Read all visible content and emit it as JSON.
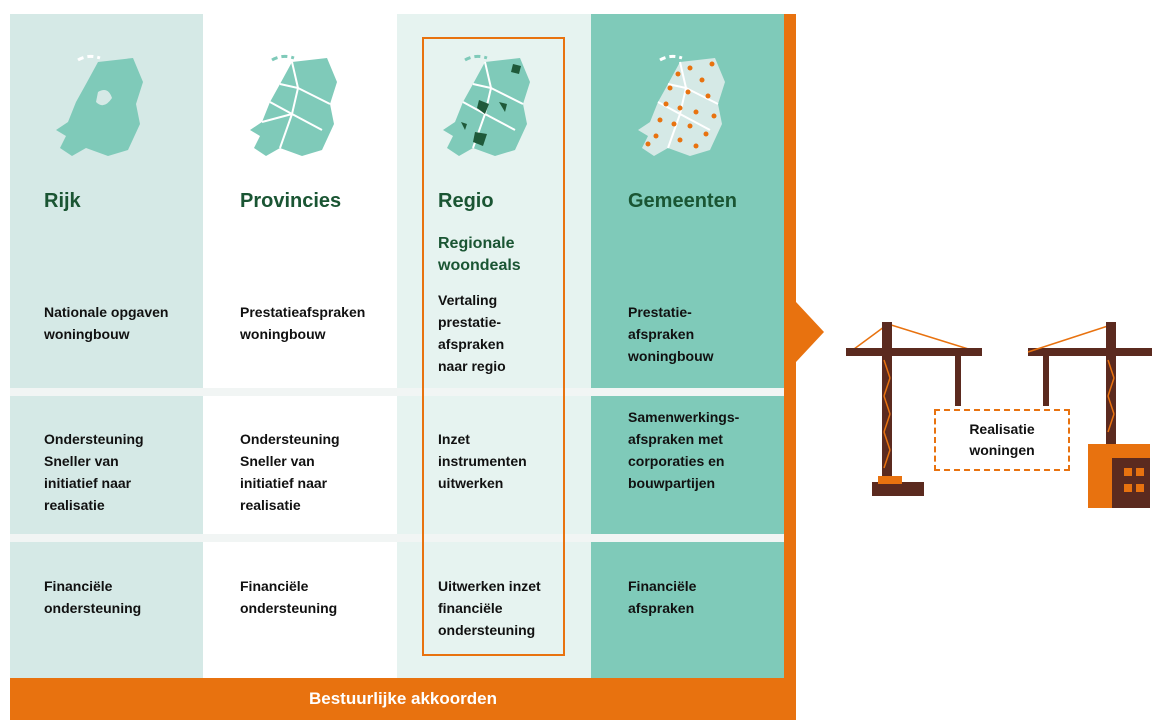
{
  "columns": [
    {
      "title": "Rijk",
      "row1": "Nationale opgaven\nwoningbouw",
      "row2": "Ondersteuning\nSneller van\ninitiatief naar\nrealisatie",
      "row3": "Financiële\nondersteuning"
    },
    {
      "title": "Provincies",
      "row1": "Prestatieafspraken\nwoningbouw",
      "row2": "Ondersteuning\nSneller van\ninitiatief naar\nrealisatie",
      "row3": "Financiële\nondersteuning"
    },
    {
      "title": "Regio",
      "subtitle": "Regionale\nwoondeals",
      "row1": "Vertaling\nprestatie-\nafspraken\nnaar regio",
      "row2": "Inzet\ninstrumenten\nuitwerken",
      "row3": "Uitwerken inzet\nfinanciële\nondersteuning"
    },
    {
      "title": "Gemeenten",
      "row1": "Prestatie-\nafspraken\nwoningbouw",
      "row2": "Samenwerkings-\nafspraken met\ncorporaties en\nbouwpartijen",
      "row3": "Financiële\nafspraken"
    }
  ],
  "bottom_bar": "Bestuurlijke akkoorden",
  "realisatie": "Realisatie\nwoningen",
  "colors": {
    "orange": "#e8720f",
    "dark_green": "#1a5533",
    "teal": "#7fcab9",
    "map_teal": "#7fcab9",
    "map_dark": "#1f5a3a",
    "crane_brown": "#5b2a1f"
  },
  "icons": [
    "netherlands-map-icon",
    "chevron-right-icon",
    "crane-icon",
    "building-icon"
  ]
}
